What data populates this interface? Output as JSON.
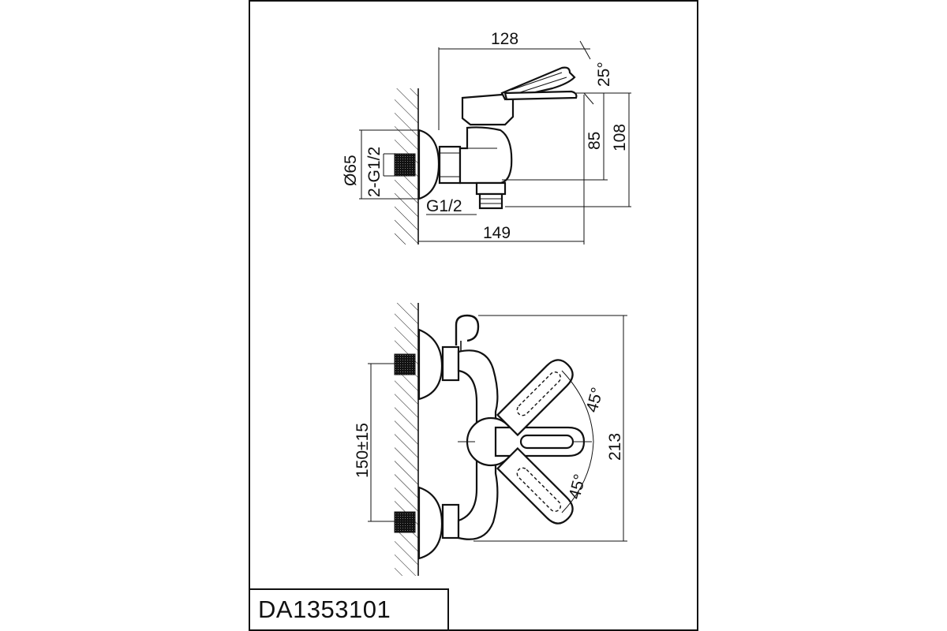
{
  "diagram": {
    "model_code": "DA1353101",
    "top_view": {
      "dim_width_top": "128",
      "dim_angle_handle": "25°",
      "dim_height_85": "85",
      "dim_height_108": "108",
      "dim_diameter": "Ø65",
      "dim_inlet_thread": "2-G1/2",
      "dim_outlet_thread": "G1/2",
      "dim_width_bottom": "149"
    },
    "front_view": {
      "dim_inlet_spacing": "150±15",
      "dim_angle_upper": "45°",
      "dim_angle_lower": "45°",
      "dim_total_height": "213"
    }
  }
}
